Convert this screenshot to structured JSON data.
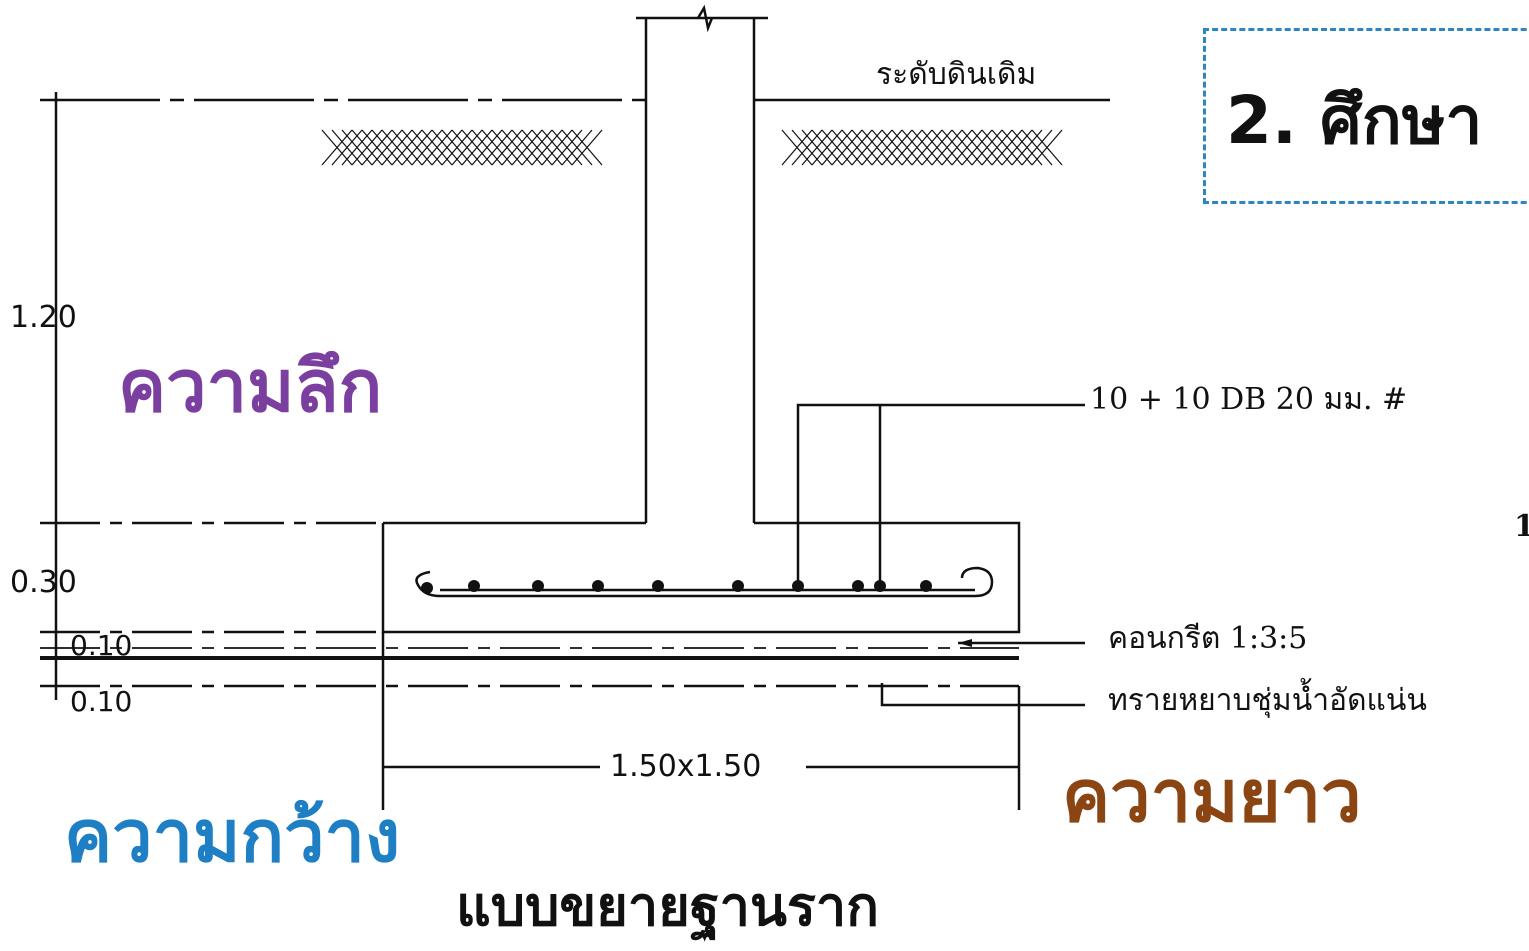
{
  "heading": "2. ศึกษา",
  "ground_level": "ระดับดินเดิม",
  "dims": {
    "depth": "1.20",
    "slab": "0.30",
    "concrete_layer": "0.10",
    "sand_layer": "0.10",
    "footing_size": "1.50x1.50"
  },
  "rebar_note": "10 + 10 DB 20 มม. #",
  "cut_off_text": "1",
  "callouts": {
    "concrete": "คอนกรีต 1:3:5",
    "sand": "ทรายหยาบชุ่มน้ำอัดแน่น"
  },
  "labels": {
    "depth": "ความลึก",
    "length": "ความยาว",
    "width": "ความกว้าง",
    "caption": "แบบขยายฐานราก"
  },
  "colors": {
    "depth": "#7b3fa0",
    "length": "#8b4513",
    "width": "#1f7fc4",
    "title_border": "#2e86c1"
  }
}
